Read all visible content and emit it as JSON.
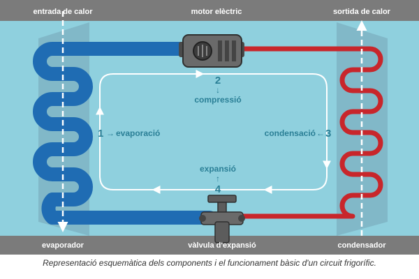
{
  "labels": {
    "top_left": "entrada de calor",
    "top_center": "motor elèctric",
    "top_right": "sortida de calor",
    "bottom_left": "evaporador",
    "bottom_center": "vàlvula d'expansió",
    "bottom_right": "condensador"
  },
  "steps": [
    {
      "number": "1",
      "arrow": "→",
      "label": "evaporació"
    },
    {
      "number": "2",
      "arrow": "↓",
      "label": "compressió"
    },
    {
      "number": "3",
      "arrow": "←",
      "label": "condensació"
    },
    {
      "number": "4",
      "arrow": "↑",
      "label": "expansió"
    }
  ],
  "caption": "Representació esquemàtica dels components i el funcionament bàsic d'un circuit frigorífic.",
  "colors": {
    "background": "#8fd0de",
    "band": "#7b7b7b",
    "cold_pipe": "#1f6cb3",
    "hot_pipe": "#c8262b",
    "step_text": "#2a7f96"
  },
  "icons": {
    "compressor": "electric-motor-icon",
    "valve": "expansion-valve-icon"
  }
}
